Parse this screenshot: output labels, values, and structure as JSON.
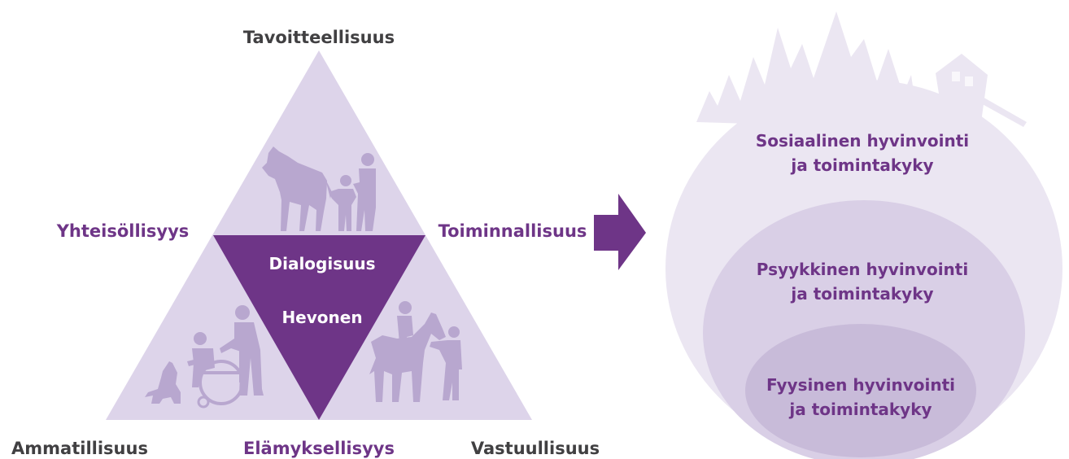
{
  "triangle": {
    "top": "Tavoitteellisuus",
    "left": "Yhteisöllisyys",
    "right": "Toiminnallisuus",
    "bottom_left": "Ammatillisuus",
    "bottom_center": "Elämyksellisyys",
    "bottom_right": "Vastuullisuus",
    "inner_top": "Dialogisuus",
    "inner_bottom": "Hevonen"
  },
  "circles": {
    "outer": {
      "line1": "Sosiaalinen hyvinvointi",
      "line2": "ja toimintakyky"
    },
    "middle": {
      "line1": "Psyykkinen hyvinvointi",
      "line2": "ja toimintakyky"
    },
    "inner": {
      "line1": "Fyysinen hyvinvointi",
      "line2": "ja toimintakyky"
    }
  },
  "colors": {
    "purple": "#6e3587",
    "lavender": "#ddd4ea",
    "lavender_light": "#ebe6f2",
    "figure": "#b8a7cf",
    "label_dark": "#414042"
  }
}
